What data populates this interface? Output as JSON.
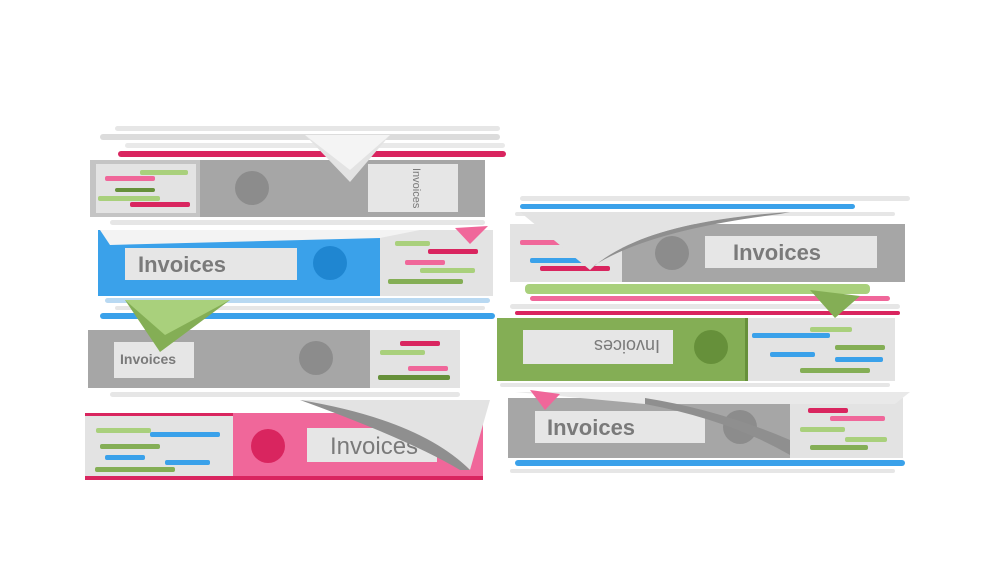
{
  "colors": {
    "background": "#ffffff",
    "gray": "#a6a6a6",
    "gray_dark": "#8f8f8f",
    "label_bg": "#e6e6e6",
    "label_text": "#7a7a7a",
    "blue": "#3aa1ea",
    "blue_dark": "#1f86d1",
    "green": "#84ae55",
    "green_dark": "#66903a",
    "green_light": "#a9d07c",
    "pink": "#f0679a",
    "pink_dark": "#d9255f",
    "paper": "#e3e3e3",
    "paper_shadow": "#cfcfcf"
  },
  "binders": [
    {
      "id": "left-1",
      "label": "Invoices",
      "color": "gray"
    },
    {
      "id": "left-2",
      "label": "Invoices",
      "color": "blue"
    },
    {
      "id": "left-3",
      "label": "Invoices",
      "color": "gray"
    },
    {
      "id": "left-4",
      "label": "Invoices",
      "color": "pink"
    },
    {
      "id": "right-1",
      "label": "Invoices",
      "color": "gray"
    },
    {
      "id": "right-2",
      "label": "Invoices",
      "color": "green"
    },
    {
      "id": "right-3",
      "label": "Invoices",
      "color": "gray"
    }
  ]
}
